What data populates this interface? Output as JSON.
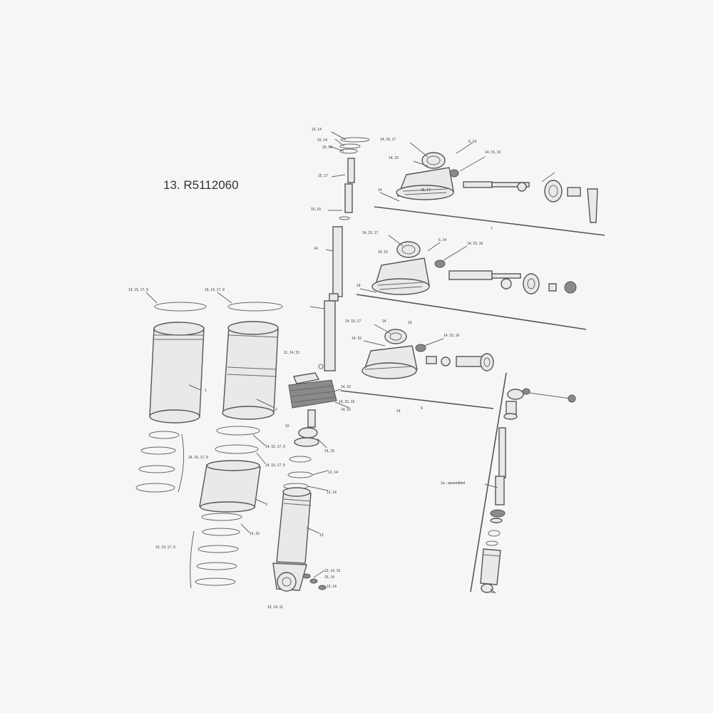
{
  "diagram": {
    "title": "13. R5112060",
    "labels": {
      "l01": "15, 14",
      "l02": "15, 14",
      "l03": "15, 14",
      "l04": "15, 17",
      "l05": "15, 14",
      "l06": "14",
      "l07": "14, 15, 17",
      "l08": "6, 14",
      "l09": "14, 15",
      "l10": "14, 15, 16",
      "l11": "15, 17",
      "l12": "14",
      "l13": "7",
      "l14": "14, 15, 17",
      "l15": "5, 14",
      "l16": "14, 15",
      "l17": "14, 15, 16",
      "l18": "14",
      "l19": "14, 15, 17",
      "l20": "14, 15",
      "l21": "14, 15, 16",
      "l22": "14",
      "l23": "16",
      "l24": "14, 15",
      "l25": "14, 15, 16",
      "l26": "14, 15",
      "l27": "14",
      "l28": "9",
      "l29": "14, 15, 17, 9",
      "l30": "15, 14, 17, 9",
      "l31": "1",
      "l32": "2",
      "l33": "14, 15, 17, 9",
      "l34": "14, 15, 17, 9",
      "l35": "14, 15, 17, 9",
      "l36": "3",
      "l37": "14, 15",
      "l38": "15, 14, 17, 9",
      "l39": "10",
      "l40": "14, 15",
      "l41": "12, 14",
      "l42": "12, 14",
      "l43": "13",
      "l44": "12, 14, 15",
      "l45": "15, 14",
      "l46": "15, 14",
      "l47": "13, 14, 11",
      "l48": "1a - assembled",
      "l49": "1a",
      "l50": "11, 14, 15"
    }
  }
}
